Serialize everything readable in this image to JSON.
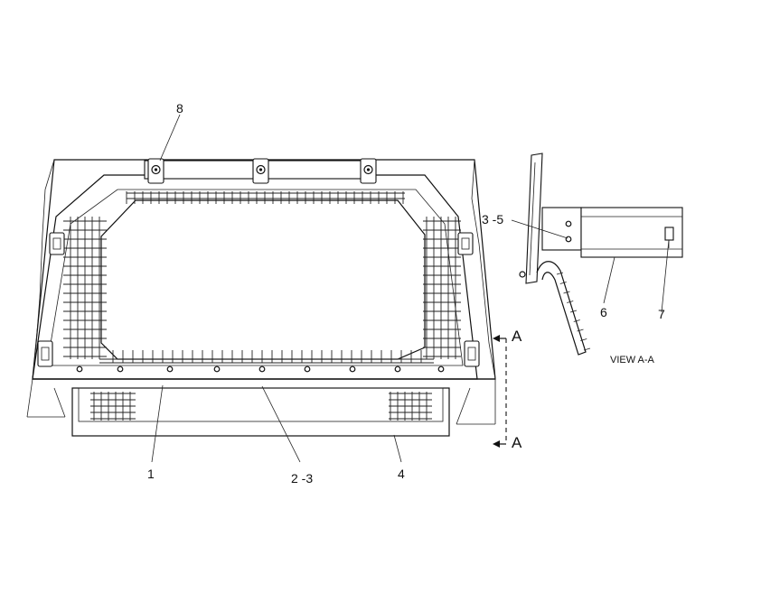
{
  "callouts": {
    "c1": "1",
    "c2_3": "2 -3",
    "c3_5": "3 -5",
    "c4": "4",
    "c6": "6",
    "c7": "7",
    "c8": "8"
  },
  "section_marks": {
    "upper": "A",
    "lower": "A"
  },
  "view_label": "VIEW  A-A"
}
